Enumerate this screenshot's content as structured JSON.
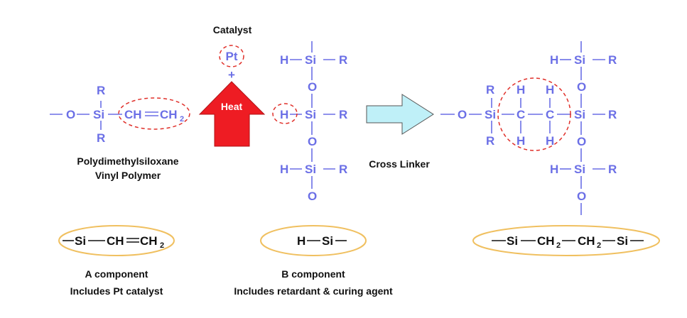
{
  "labels": {
    "catalyst": "Catalyst",
    "pt": "Pt",
    "plus": "+",
    "heat": "Heat",
    "cross_linker": "Cross Linker",
    "polymer_line1": "Polydimethylsiloxane",
    "polymer_line2": "Vinyl Polymer",
    "a_component": "A component",
    "a_note": "Includes Pt catalyst",
    "b_component": "B component",
    "b_note": "Includes retardant & curing agent"
  },
  "atoms": {
    "si": "Si",
    "o": "O",
    "r": "R",
    "h": "H",
    "c": "C",
    "ch": "CH",
    "ch2": "CH",
    "sub2": "2"
  },
  "colors": {
    "structure": "#6b6fe6",
    "heat_arrow": "#ee1c23",
    "reaction_arrow": "#bff0f8",
    "highlight": "#e0302a",
    "pill_border": "#f0c060"
  }
}
